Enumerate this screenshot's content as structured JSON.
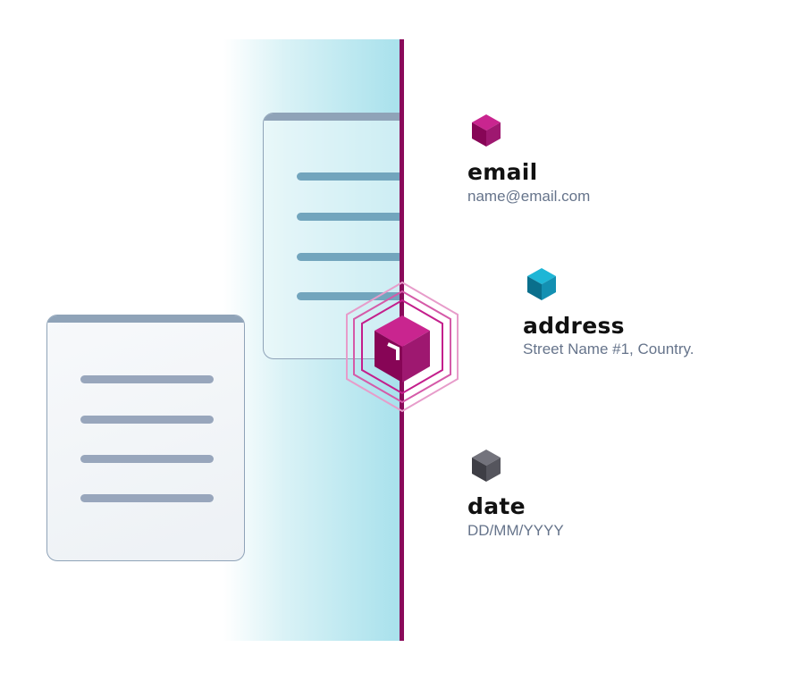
{
  "fields": [
    {
      "label": "email",
      "value": "name@email.com",
      "icon": "cube-icon",
      "color": "#c2258f"
    },
    {
      "label": "address",
      "value": "Street Name #1, Country.",
      "icon": "cube-icon",
      "color": "#149fbf"
    },
    {
      "label": "date",
      "value": "DD/MM/YYYY",
      "icon": "cube-icon",
      "color": "#5a5a62"
    }
  ],
  "colors": {
    "divider": "#8a0a5a",
    "accent": "#c2258f",
    "panel": "#a8e1ec"
  }
}
